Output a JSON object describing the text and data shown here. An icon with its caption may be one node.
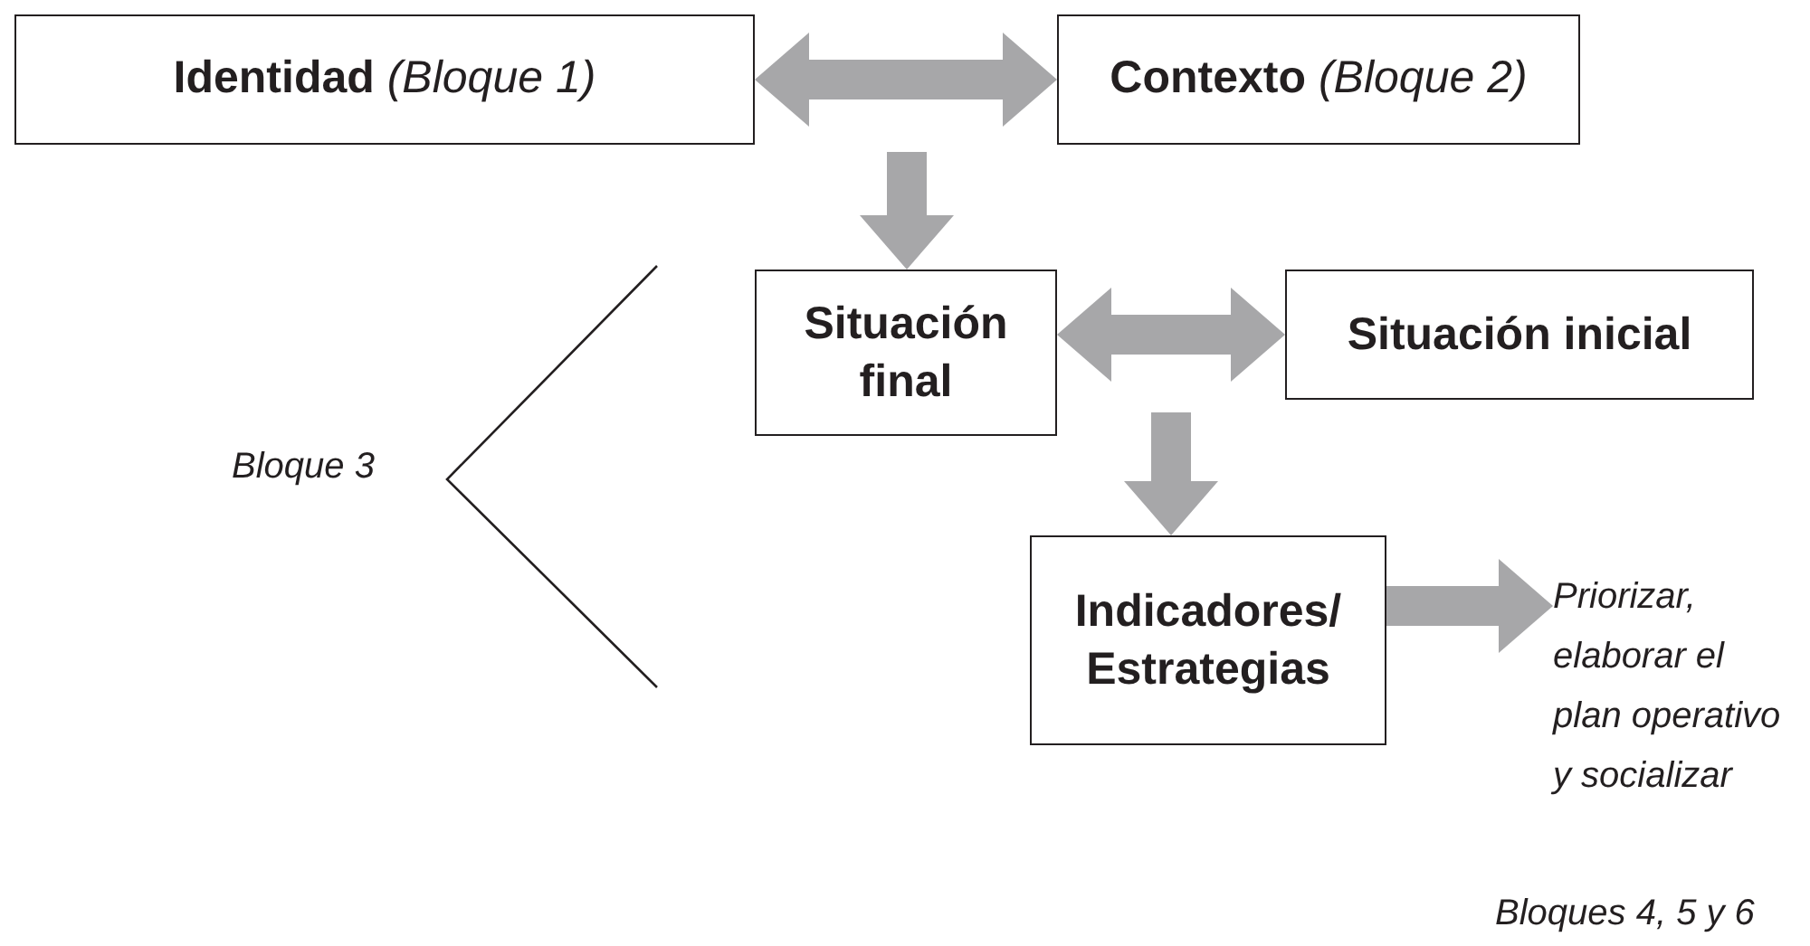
{
  "diagram": {
    "nodes": [
      {
        "text": [
          "**Identidad** *(Bloque 1)*"
        ]
      },
      {
        "text": [
          "**Contexto** *(Bloque 2)*"
        ]
      },
      {
        "text": [
          "Situación final"
        ]
      },
      {
        "text": [
          "Situación inicial"
        ]
      },
      {
        "text": [
          "Indicadores/ Estrategias"
        ]
      },
      {
        "text": [
          "Priorizar, elaborar el plan operativo y socializar"
        ]
      }
    ],
    "edges": [
      {
        "from": 0,
        "to": 1,
        "arrow": "both"
      },
      {
        "from": null,
        "to": 2,
        "arrow": "to"
      },
      {
        "from": 2,
        "to": 3,
        "arrow": "both"
      },
      {
        "from": null,
        "to": 4,
        "arrow": "to"
      },
      {
        "from": 4,
        "to": 5,
        "arrow": "to"
      }
    ],
    "labels": [
      "Bloque 3",
      "Bloques 4, 5 y 6"
    ]
  }
}
